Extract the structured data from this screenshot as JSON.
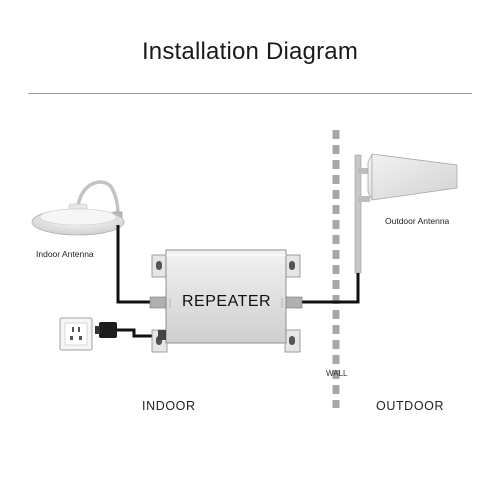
{
  "title": "Installation Diagram",
  "labels": {
    "indoor_antenna": "Indoor Antenna",
    "outdoor_antenna": "Outdoor Antenna",
    "repeater": "REPEATER",
    "wall": "WALL",
    "indoor": "INDOOR",
    "outdoor": "OUTDOOR"
  },
  "colors": {
    "cable": "#111111",
    "device_body": "#d9d9d9",
    "wall": "#a8a8a8"
  }
}
